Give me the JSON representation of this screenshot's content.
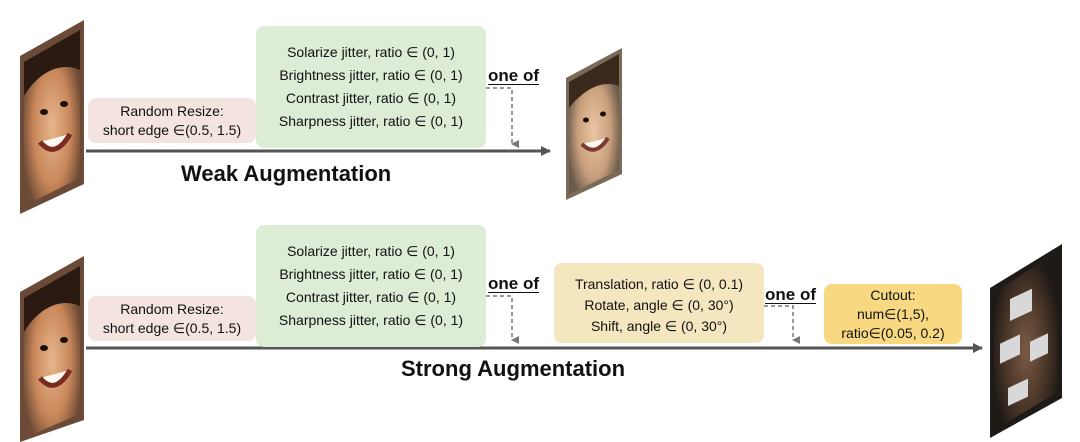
{
  "weak": {
    "title": "Weak Augmentation",
    "resize": {
      "line1": "Random Resize:",
      "line2": "short edge ∈(0.5, 1.5)"
    },
    "color_ops": [
      "Solarize jitter, ratio ∈ (0, 1)",
      "Brightness jitter, ratio ∈ (0, 1)",
      "Contrast jitter, ratio ∈ (0, 1)",
      "Sharpness jitter, ratio ∈ (0, 1)"
    ],
    "one_of": "one of"
  },
  "strong": {
    "title": "Strong Augmentation",
    "resize": {
      "line1": "Random Resize:",
      "line2": "short edge ∈(0.5, 1.5)"
    },
    "color_ops": [
      "Solarize jitter, ratio ∈ (0, 1)",
      "Brightness jitter, ratio ∈ (0, 1)",
      "Contrast jitter, ratio ∈ (0, 1)",
      "Sharpness jitter, ratio ∈ (0, 1)"
    ],
    "one_of_1": "one of",
    "geo_ops": [
      "Translation, ratio ∈ (0, 0.1)",
      "Rotate, angle ∈ (0, 30°)",
      "Shift, angle ∈ (0, 30°)"
    ],
    "one_of_2": "one of",
    "cutout": {
      "line1": "Cutout:",
      "line2": "num∈(1,5),",
      "line3": "ratio∈(0.05, 0.2)"
    }
  },
  "colors": {
    "resize_box": "#f3e4df",
    "color_box": "#dcecd5",
    "geo_box": "#f4e6bf",
    "cutout_box": "#f8d880",
    "arrow": "#555555"
  }
}
